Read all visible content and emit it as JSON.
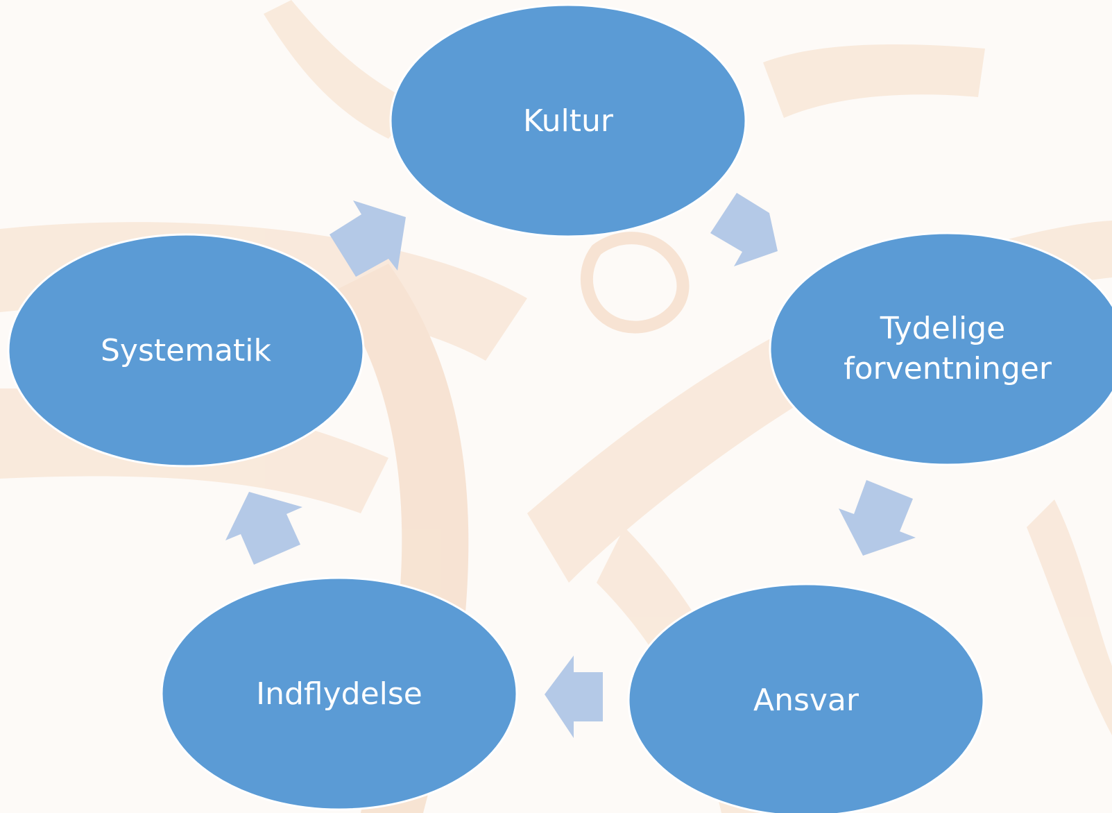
{
  "diagram": {
    "colors": {
      "node_fill": "#5b9bd5",
      "node_text": "#ffffff",
      "arrow_fill": "#b4c9e7",
      "background": "#fdfaf7",
      "watermark": "#f6dcc6"
    },
    "nodes": [
      {
        "id": "kultur",
        "lines": [
          "Kultur"
        ]
      },
      {
        "id": "tydelige-forventninger",
        "lines": [
          "Tydelige",
          "forventninger"
        ]
      },
      {
        "id": "ansvar",
        "lines": [
          "Ansvar"
        ]
      },
      {
        "id": "indflydelse",
        "lines": [
          "Indflydelse"
        ]
      },
      {
        "id": "systematik",
        "lines": [
          "Systematik"
        ]
      }
    ],
    "cycle_order": [
      "kultur",
      "tydelige-forventninger",
      "ansvar",
      "indflydelse",
      "systematik",
      "kultur"
    ]
  }
}
